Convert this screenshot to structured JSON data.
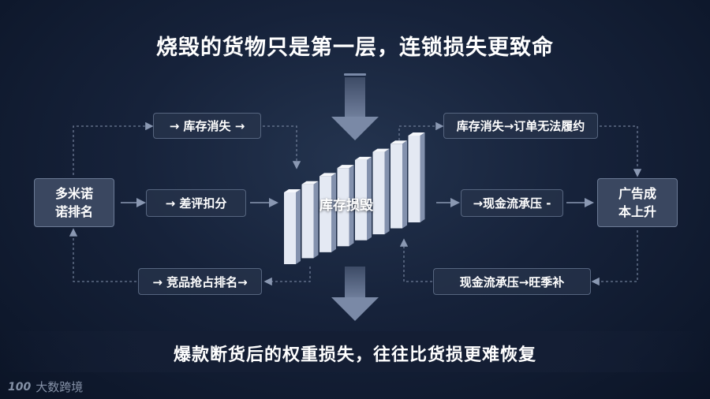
{
  "title": "烧毁的货物只是第一层，连锁损失更致命",
  "center_label": "库存损毁",
  "nodes": {
    "left": {
      "line1": "多米诺",
      "line2": "诺排名"
    },
    "right": {
      "line1": "广告成",
      "line2": "本上升"
    }
  },
  "boxes": {
    "top_left": "→ 库存消失 →",
    "mid_left": "→ 差评扣分",
    "bottom_left": "→ 竞品抢占排名→",
    "top_right": "库存消失→订单无法履约",
    "mid_right": "→现金流承压 -",
    "bottom_right": "现金流承压→旺季补"
  },
  "bottom_text": "爆款断货后的权重损失，往往比货损更难恢复",
  "watermark": {
    "logo": "100",
    "text": "大数跨境"
  },
  "colors": {
    "background": "#16223a",
    "box_border": "#56657f",
    "arrow": "#5d6d88",
    "bar_light": "#e4e9f3",
    "bar_shade": "#8391ad"
  },
  "bars": {
    "count": 8
  }
}
